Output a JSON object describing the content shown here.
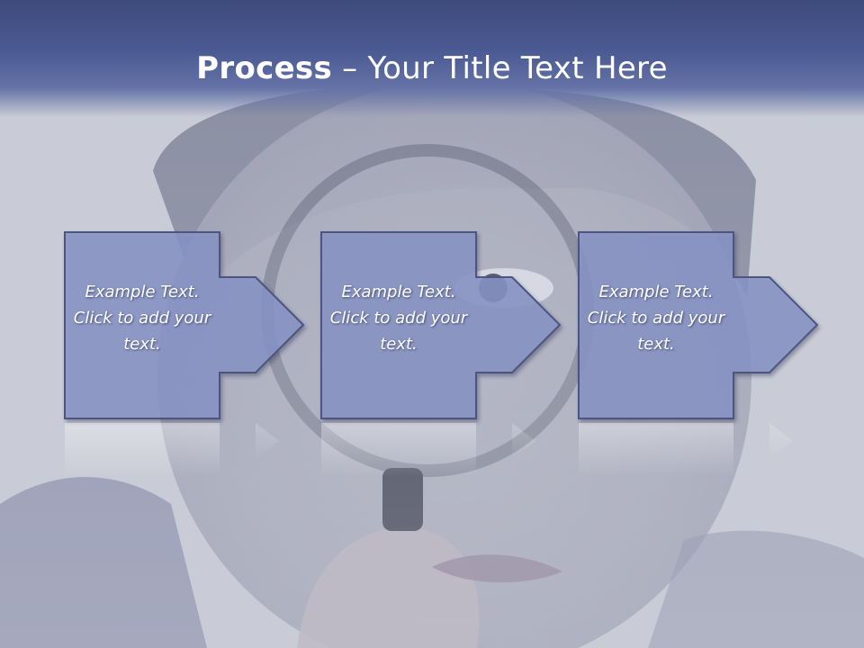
{
  "slide": {
    "title_bold": "Process",
    "title_rest": " – Your Title Text Here",
    "steps": [
      {
        "text": "Example Text. Click  to add your text."
      },
      {
        "text": "Example Text. Click  to add your text."
      },
      {
        "text": "Example Text. Click  to add your text."
      }
    ]
  },
  "colors": {
    "header": "#4b5b93",
    "box_fill": "#8a96c8",
    "box_stroke": "#4b557f",
    "background": "#c9ccd6"
  }
}
